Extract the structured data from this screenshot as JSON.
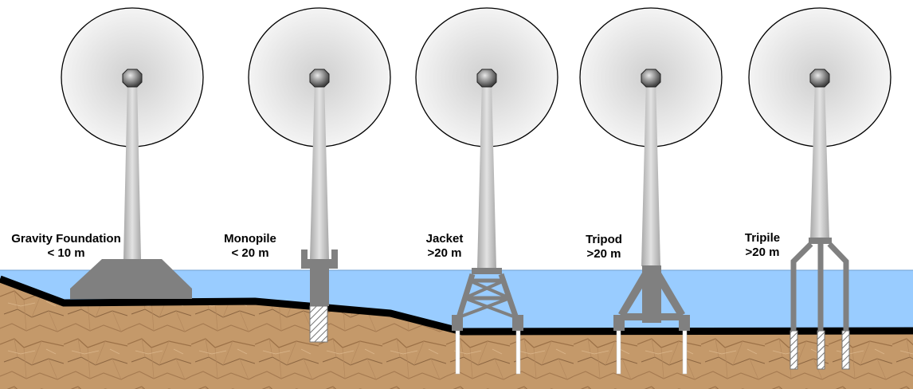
{
  "foundations": [
    {
      "name": "Gravity Foundation",
      "depth": "< 10 m"
    },
    {
      "name": "Monopile",
      "depth": "< 20 m"
    },
    {
      "name": "Jacket",
      "depth": ">20 m"
    },
    {
      "name": "Tripod",
      "depth": ">20 m"
    },
    {
      "name": "Tripile",
      "depth": ">20 m"
    }
  ],
  "colors": {
    "water": "#99ccff",
    "seabed_line": "#000000",
    "soil": "#c49a6c",
    "soil_dark": "#8a6440",
    "tower": "#c8c8c8",
    "foundation": "#808080",
    "rotor_disc": "#e6e6e6",
    "hub": "#606060"
  }
}
